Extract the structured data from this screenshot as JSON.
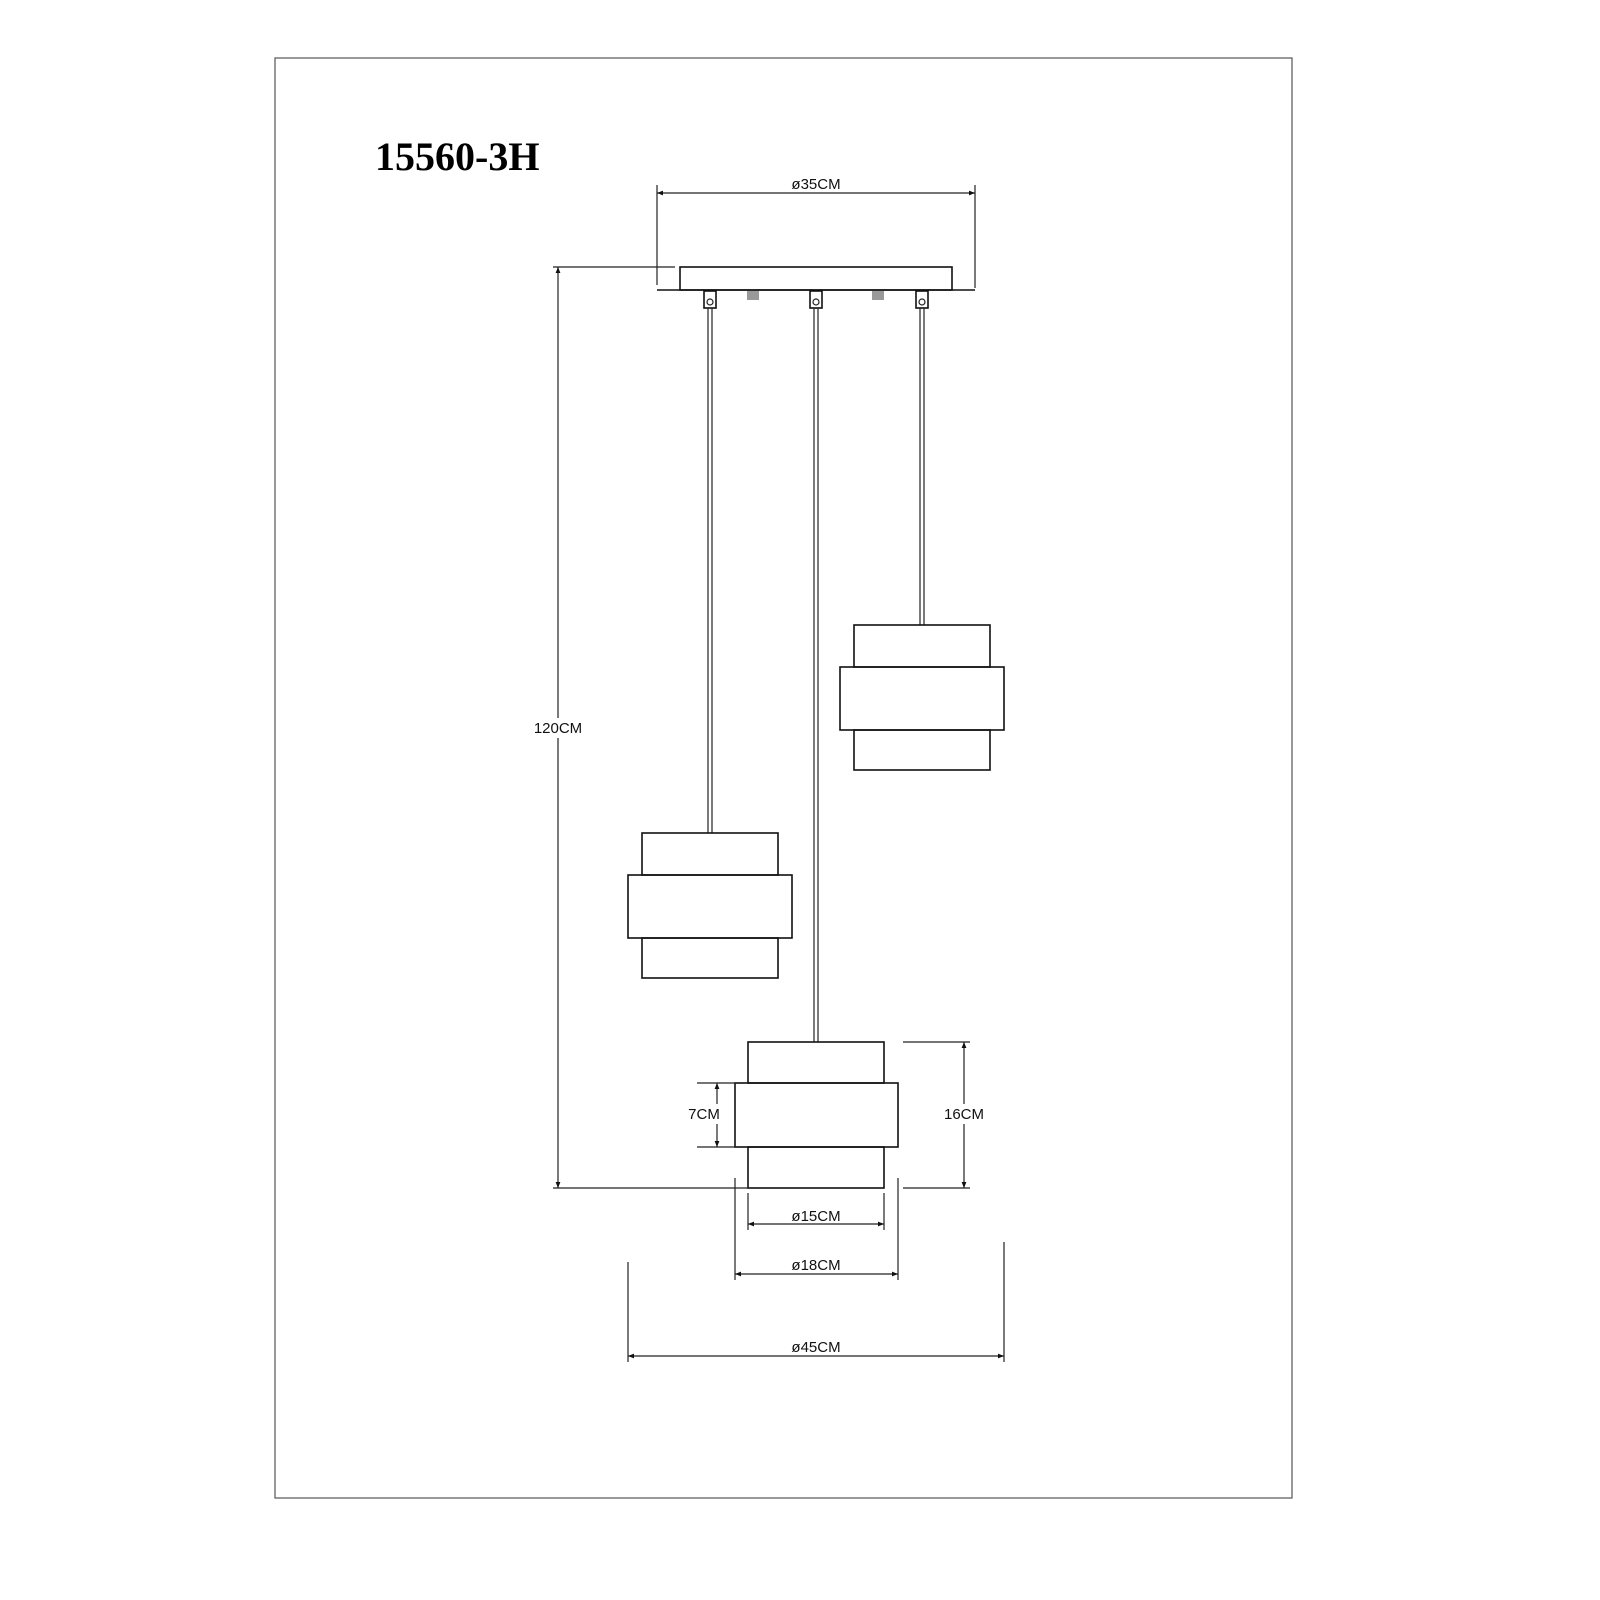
{
  "title": "15560-3H",
  "dimensions": {
    "canopy_diameter": "ø35CM",
    "total_height": "120CM",
    "band_height": "7CM",
    "shade_height": "16CM",
    "inner_diameter": "ø15CM",
    "band_diameter": "ø18CM",
    "overall_diameter": "ø45CM"
  }
}
